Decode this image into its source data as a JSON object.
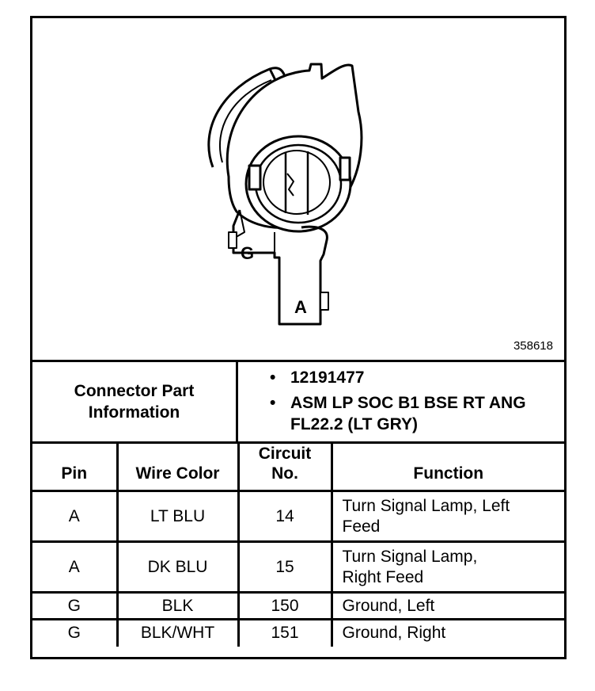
{
  "figure": {
    "id": "358618",
    "pin_labels": [
      "G",
      "A"
    ]
  },
  "connector_part_information": {
    "label": "Connector Part Information",
    "items": [
      "12191477",
      "ASM LP SOC B1 BSE RT ANG FL22.2 (LT GRY)"
    ]
  },
  "pin_table": {
    "headers": {
      "pin": "Pin",
      "wire_color": "Wire Color",
      "circuit_no": "Circuit No.",
      "function": "Function"
    },
    "rows": [
      {
        "pin": "A",
        "wire_color": "LT BLU",
        "circuit_no": "14",
        "function": "Turn Signal Lamp, Left Feed"
      },
      {
        "pin": "A",
        "wire_color": "DK BLU",
        "circuit_no": "15",
        "function": "Turn Signal Lamp, Right Feed"
      },
      {
        "pin": "G",
        "wire_color": "BLK",
        "circuit_no": "150",
        "function": "Ground, Left"
      },
      {
        "pin": "G",
        "wire_color": "BLK/WHT",
        "circuit_no": "151",
        "function": "Ground, Right"
      }
    ]
  }
}
